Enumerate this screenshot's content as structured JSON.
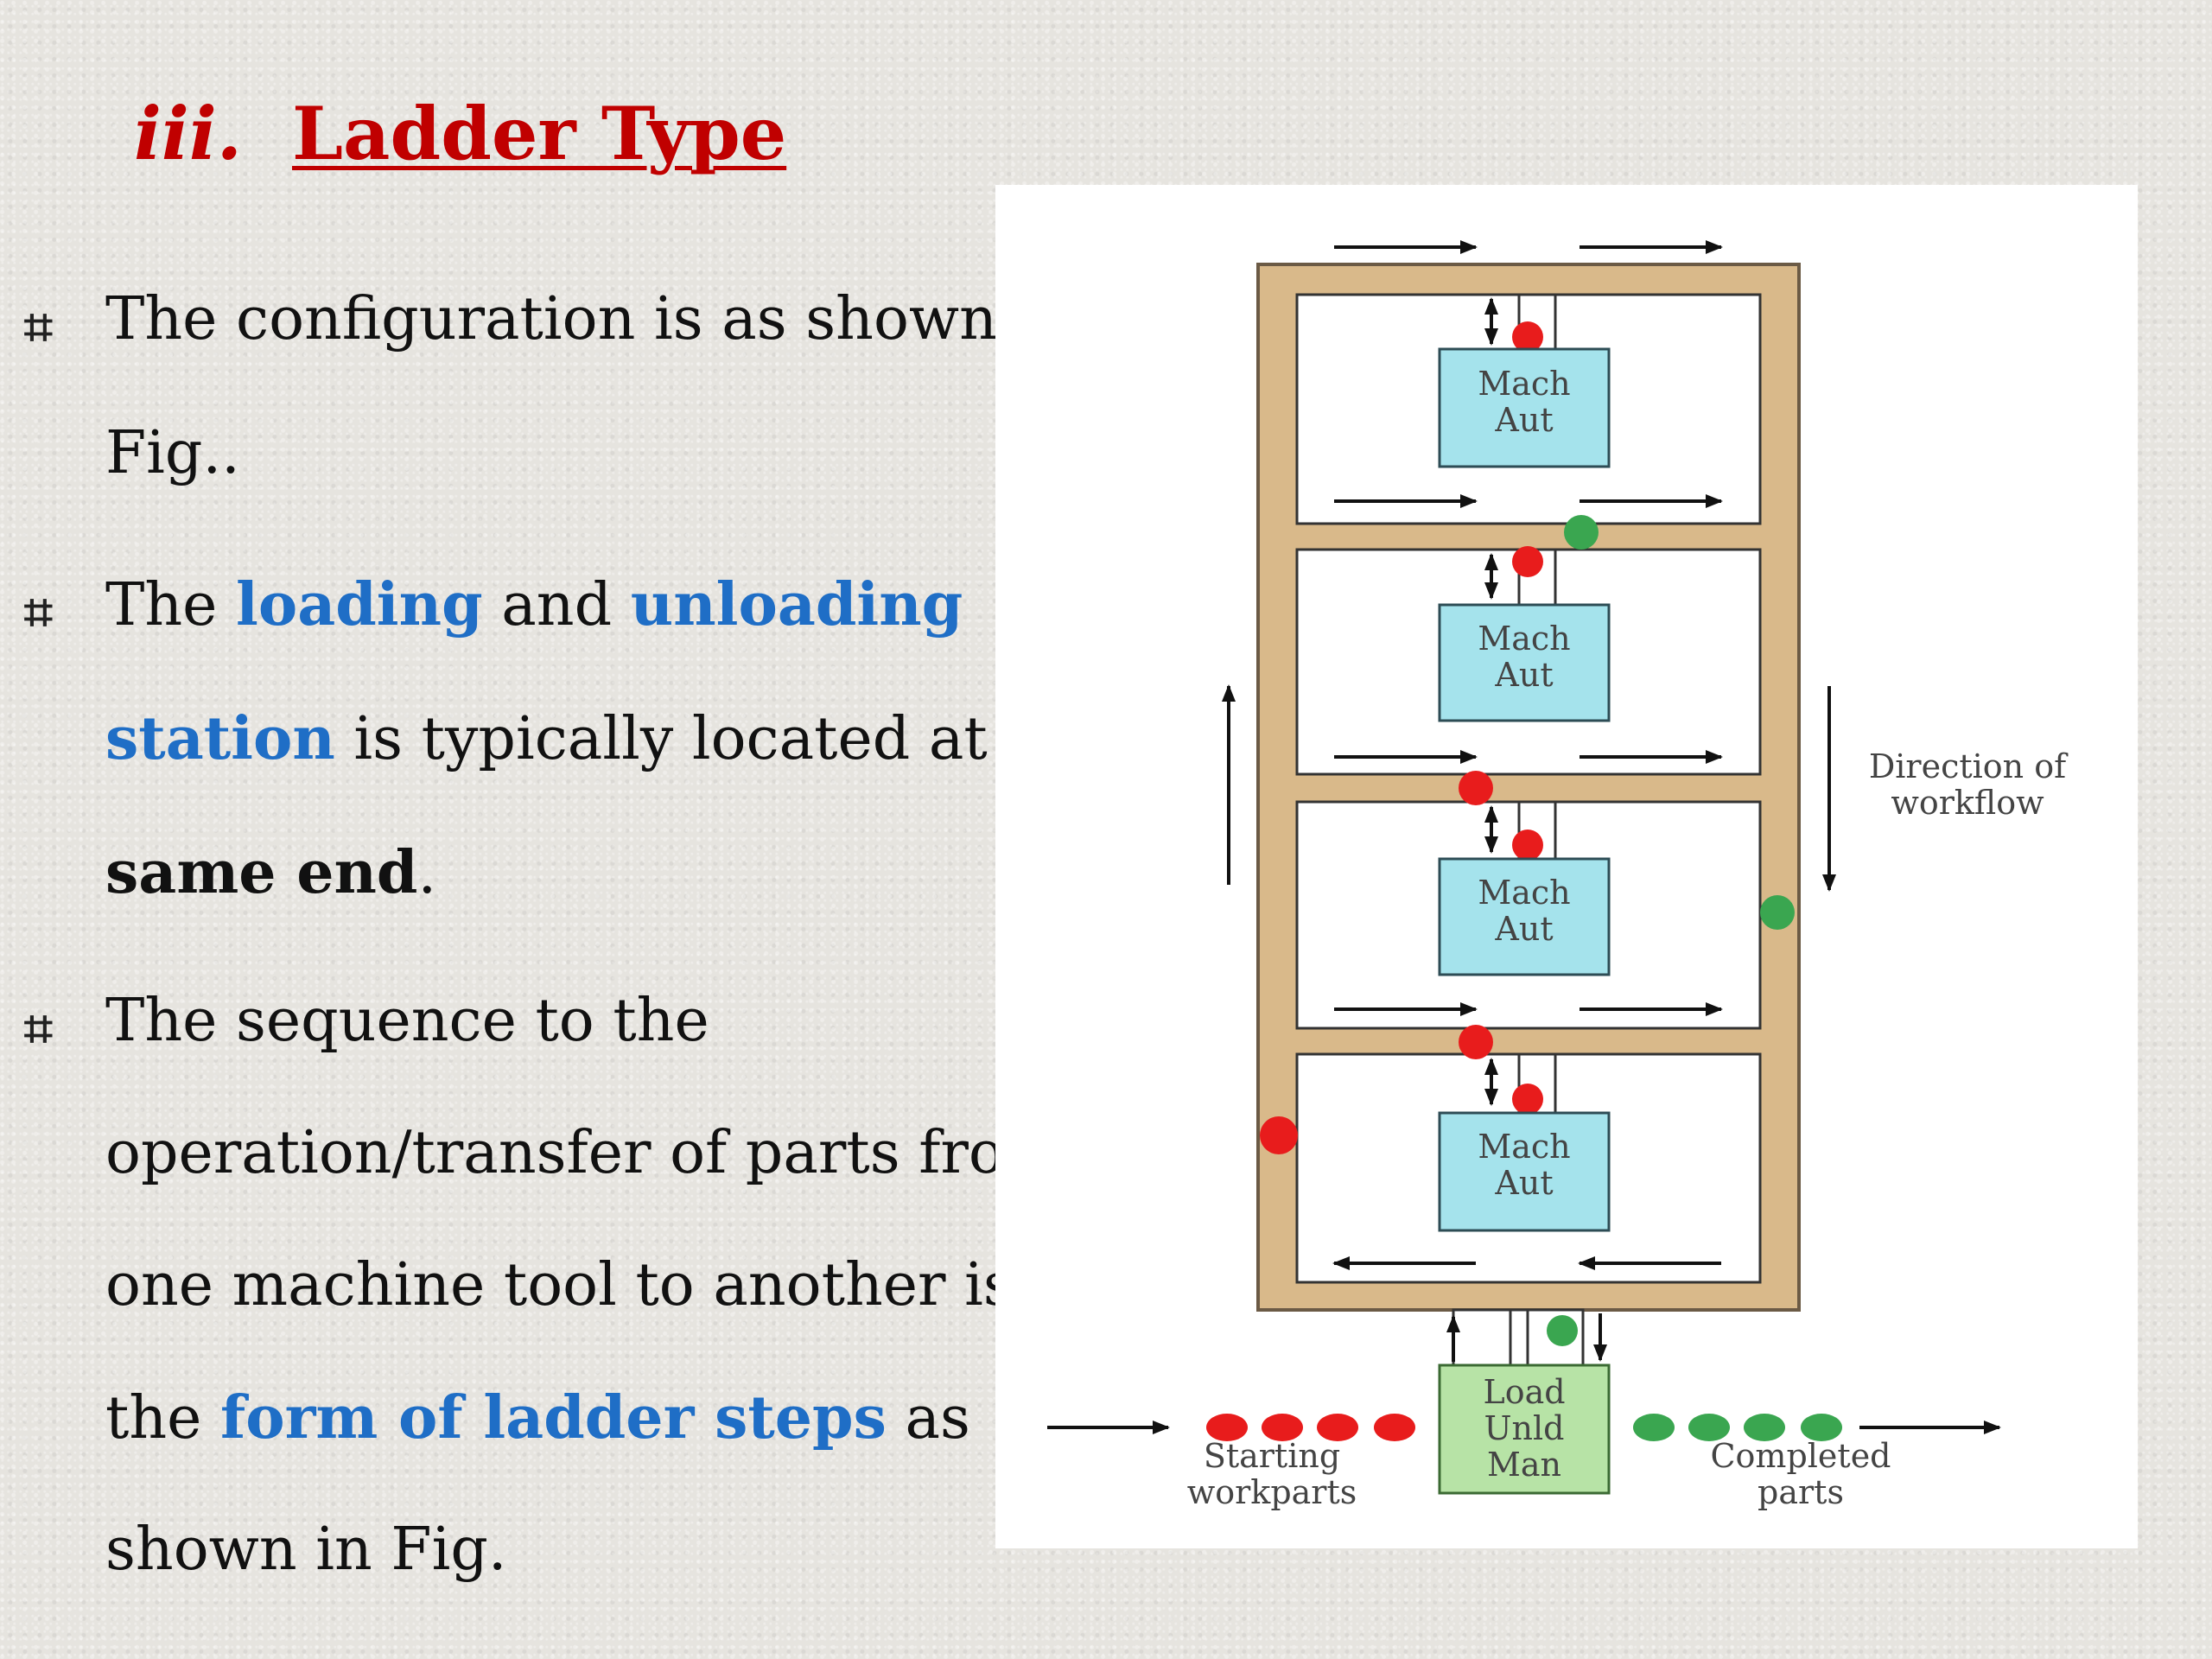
{
  "title": {
    "number": "iii.",
    "text": "Ladder Type"
  },
  "bullets": [
    {
      "lines": [
        "The configuration is as shown in",
        "Fig.."
      ]
    },
    {
      "lines": [
        {
          "pre": "The ",
          "hl1": "loading",
          "mid": " and ",
          "hl2": "unloading"
        },
        {
          "hl": "station",
          "post": " is typically located at the"
        },
        {
          "bold": "same end",
          "post": "."
        }
      ]
    },
    {
      "lines": [
        "The sequence to the",
        "operation/transfer of parts from",
        "one machine tool to another is in",
        {
          "pre": "the ",
          "hl": "form of ladder steps",
          "post": " as"
        },
        "shown in Fig."
      ]
    }
  ],
  "diagram": {
    "machines": [
      {
        "line1": "Mach",
        "line2": "Aut"
      },
      {
        "line1": "Mach",
        "line2": "Aut"
      },
      {
        "line1": "Mach",
        "line2": "Aut"
      },
      {
        "line1": "Mach",
        "line2": "Aut"
      }
    ],
    "load_station": {
      "line1": "Load",
      "line2": "Unld",
      "line3": "Man"
    },
    "direction_label": {
      "line1": "Direction of",
      "line2": "workflow"
    },
    "starting_label": {
      "line1": "Starting",
      "line2": "workparts"
    },
    "completed_label": {
      "line1": "Completed",
      "line2": "parts"
    },
    "colors": {
      "frame": "#d9b98a",
      "machine": "#a5e3ec",
      "load": "#b7e3a6",
      "part_start": "#e81c1c",
      "part_done": "#3aa650"
    }
  }
}
